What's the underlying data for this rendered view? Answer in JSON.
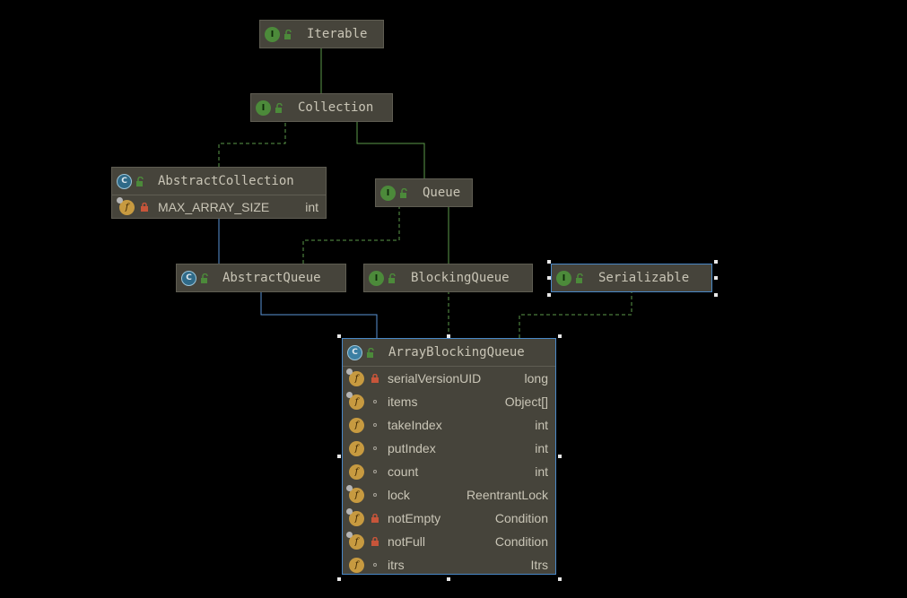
{
  "diagram": {
    "nodes": {
      "iterable": {
        "kind": "I",
        "name": "Iterable"
      },
      "collection": {
        "kind": "I",
        "name": "Collection"
      },
      "abstract_collection": {
        "kind": "C",
        "name": "AbstractCollection",
        "fields": [
          {
            "name": "MAX_ARRAY_SIZE",
            "type": "int",
            "visibility": "private"
          }
        ]
      },
      "queue": {
        "kind": "I",
        "name": "Queue"
      },
      "abstract_queue": {
        "kind": "C",
        "name": "AbstractQueue"
      },
      "blocking_queue": {
        "kind": "I",
        "name": "BlockingQueue"
      },
      "serializable": {
        "kind": "I",
        "name": "Serializable"
      },
      "array_blocking_queue": {
        "kind": "C",
        "name": "ArrayBlockingQueue",
        "fields": [
          {
            "name": "serialVersionUID",
            "type": "long",
            "visibility": "private"
          },
          {
            "name": "items",
            "type": "Object[]",
            "visibility": "package"
          },
          {
            "name": "takeIndex",
            "type": "int",
            "visibility": "package"
          },
          {
            "name": "putIndex",
            "type": "int",
            "visibility": "package"
          },
          {
            "name": "count",
            "type": "int",
            "visibility": "package"
          },
          {
            "name": "lock",
            "type": "ReentrantLock",
            "visibility": "package"
          },
          {
            "name": "notEmpty",
            "type": "Condition",
            "visibility": "private"
          },
          {
            "name": "notFull",
            "type": "Condition",
            "visibility": "private"
          },
          {
            "name": "itrs",
            "type": "Itrs",
            "visibility": "package"
          }
        ]
      }
    },
    "edges": [
      {
        "from": "Collection",
        "to": "Iterable",
        "kind": "extends"
      },
      {
        "from": "AbstractCollection",
        "to": "Collection",
        "kind": "implements"
      },
      {
        "from": "Queue",
        "to": "Collection",
        "kind": "extends"
      },
      {
        "from": "AbstractQueue",
        "to": "AbstractCollection",
        "kind": "extends"
      },
      {
        "from": "AbstractQueue",
        "to": "Queue",
        "kind": "implements"
      },
      {
        "from": "BlockingQueue",
        "to": "Queue",
        "kind": "extends"
      },
      {
        "from": "ArrayBlockingQueue",
        "to": "AbstractQueue",
        "kind": "extends"
      },
      {
        "from": "ArrayBlockingQueue",
        "to": "BlockingQueue",
        "kind": "implements"
      },
      {
        "from": "ArrayBlockingQueue",
        "to": "Serializable",
        "kind": "implements"
      }
    ],
    "colors": {
      "background": "#000000",
      "node_fill": "#46443b",
      "text": "#c9c5b6",
      "interface_edge": "#5d9a4a",
      "class_edge": "#5a93d6",
      "selection_border": "#4a88c7"
    }
  }
}
